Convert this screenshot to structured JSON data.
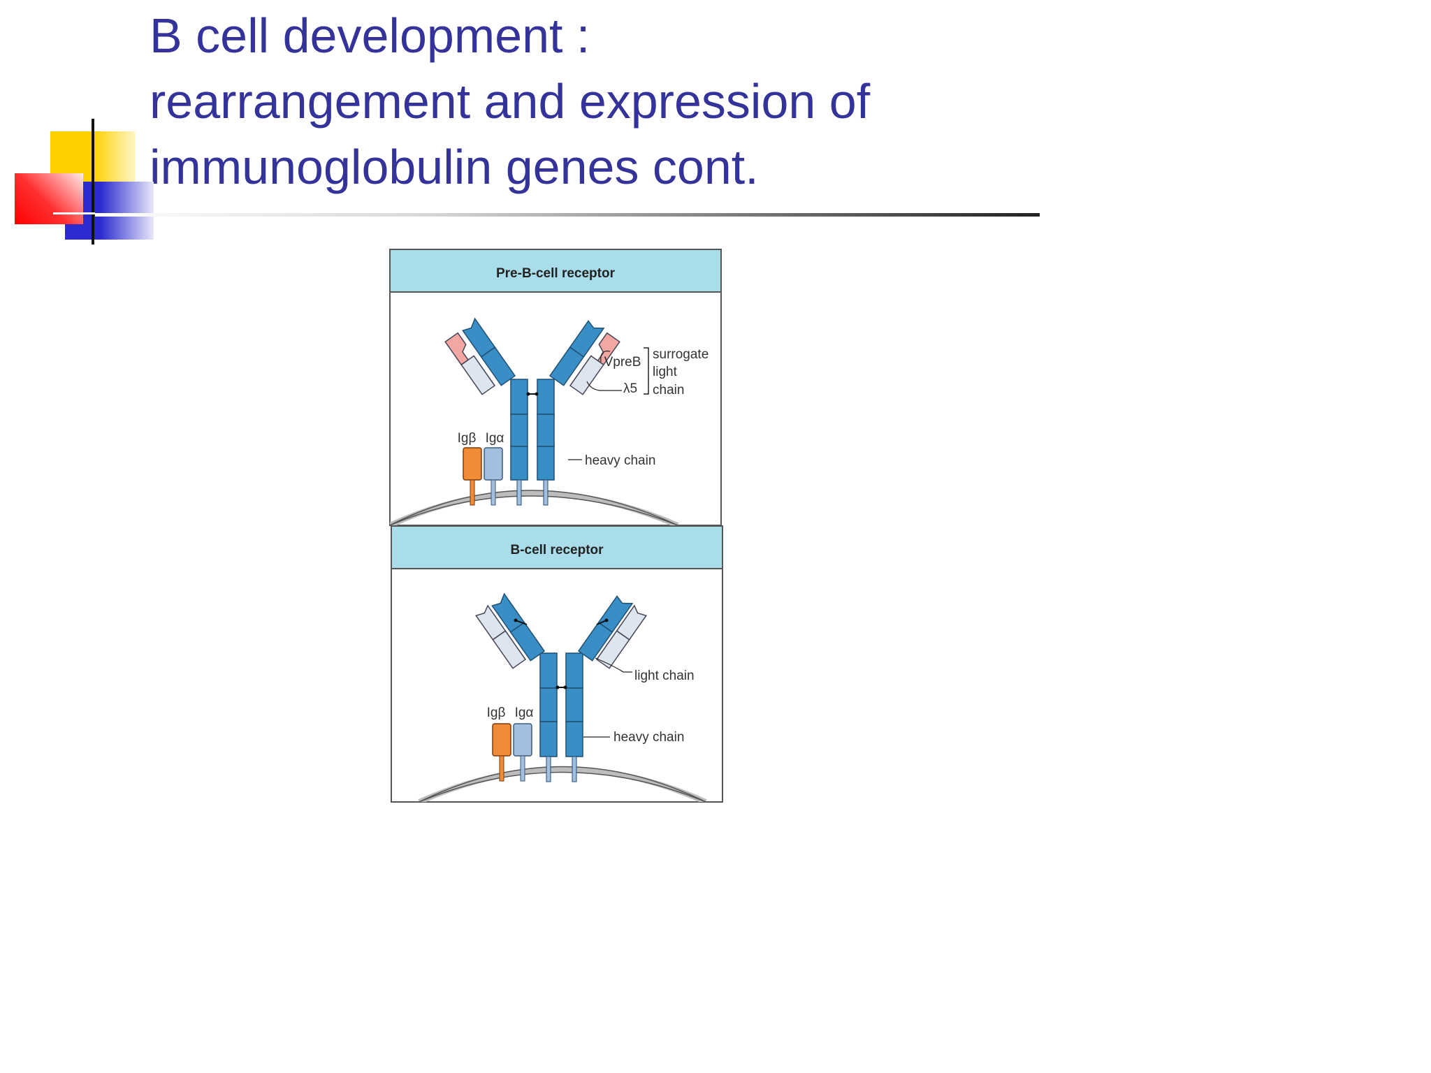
{
  "slide": {
    "title_lines": [
      "B cell development :",
      "rearrangement and expression of",
      "immunoglobulin genes cont."
    ]
  },
  "diagram": {
    "panels": [
      {
        "header": "Pre-B-cell receptor",
        "labels": {
          "vpreb": "VpreB",
          "lambda5": "λ5",
          "surrogate_1": "surrogate",
          "surrogate_2": "light",
          "surrogate_3": "chain",
          "ig_beta": "Igβ",
          "ig_alpha": "Igα",
          "heavy_chain": "heavy chain"
        }
      },
      {
        "header": "B-cell receptor",
        "labels": {
          "ig_beta": "Igβ",
          "ig_alpha": "Igα",
          "light_chain": "light chain",
          "heavy_chain": "heavy chain"
        }
      }
    ],
    "colors": {
      "header_bg": "#a8dde9",
      "heavy_chain": "#3a8ec6",
      "surrogate_vpreb": "#f2a7a3",
      "light_chain": "#dde6ee",
      "ig_beta": "#f28b36",
      "ig_alpha": "#a3bfdf",
      "membrane": "#c8c8c8"
    }
  },
  "decoration": {
    "title_color": "#33339a",
    "underline_color": "#222222"
  }
}
